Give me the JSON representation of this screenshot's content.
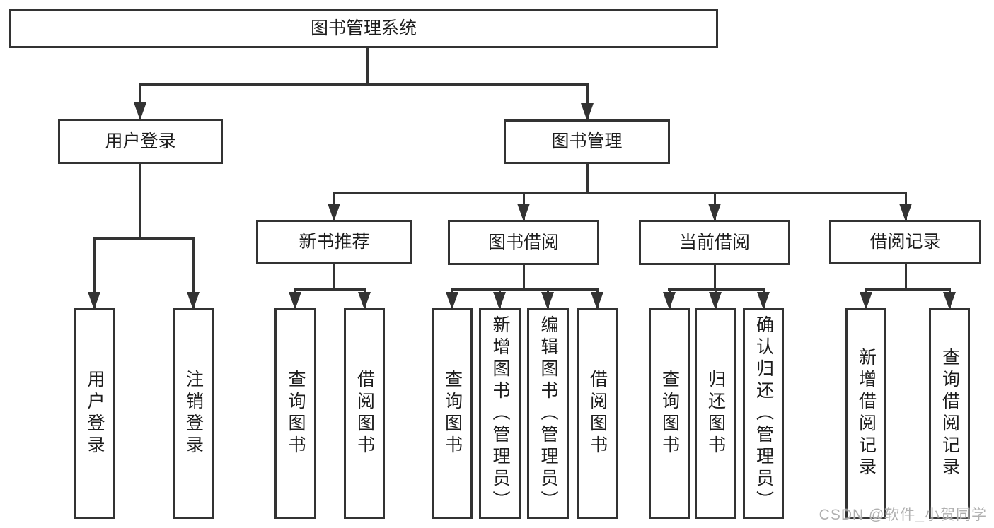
{
  "tree": {
    "label": "图书管理系统",
    "children": [
      {
        "label": "用户登录",
        "children": [
          {
            "label": "用户登录"
          },
          {
            "label": "注销登录"
          }
        ]
      },
      {
        "label": "图书管理",
        "children": [
          {
            "label": "新书推荐",
            "children": [
              {
                "label": "查询图书"
              },
              {
                "label": "借阅图书"
              }
            ]
          },
          {
            "label": "图书借阅",
            "children": [
              {
                "label": "查询图书"
              },
              {
                "label": "新增图书（管理员）"
              },
              {
                "label": "编辑图书（管理员）"
              },
              {
                "label": "借阅图书"
              }
            ]
          },
          {
            "label": "当前借阅",
            "children": [
              {
                "label": "查询图书"
              },
              {
                "label": "归还图书"
              },
              {
                "label": "确认归还（管理员）"
              }
            ]
          },
          {
            "label": "借阅记录",
            "children": [
              {
                "label": "新增借阅记录"
              },
              {
                "label": "查询借阅记录"
              }
            ]
          }
        ]
      }
    ]
  },
  "watermark": {
    "text": "CSDN @软件_小贺同学"
  },
  "colors": {
    "line": "#333333",
    "box_border": "#333333",
    "text": "#1c1c1c",
    "background": "#ffffff",
    "watermark_text": "#b0b0b0"
  }
}
